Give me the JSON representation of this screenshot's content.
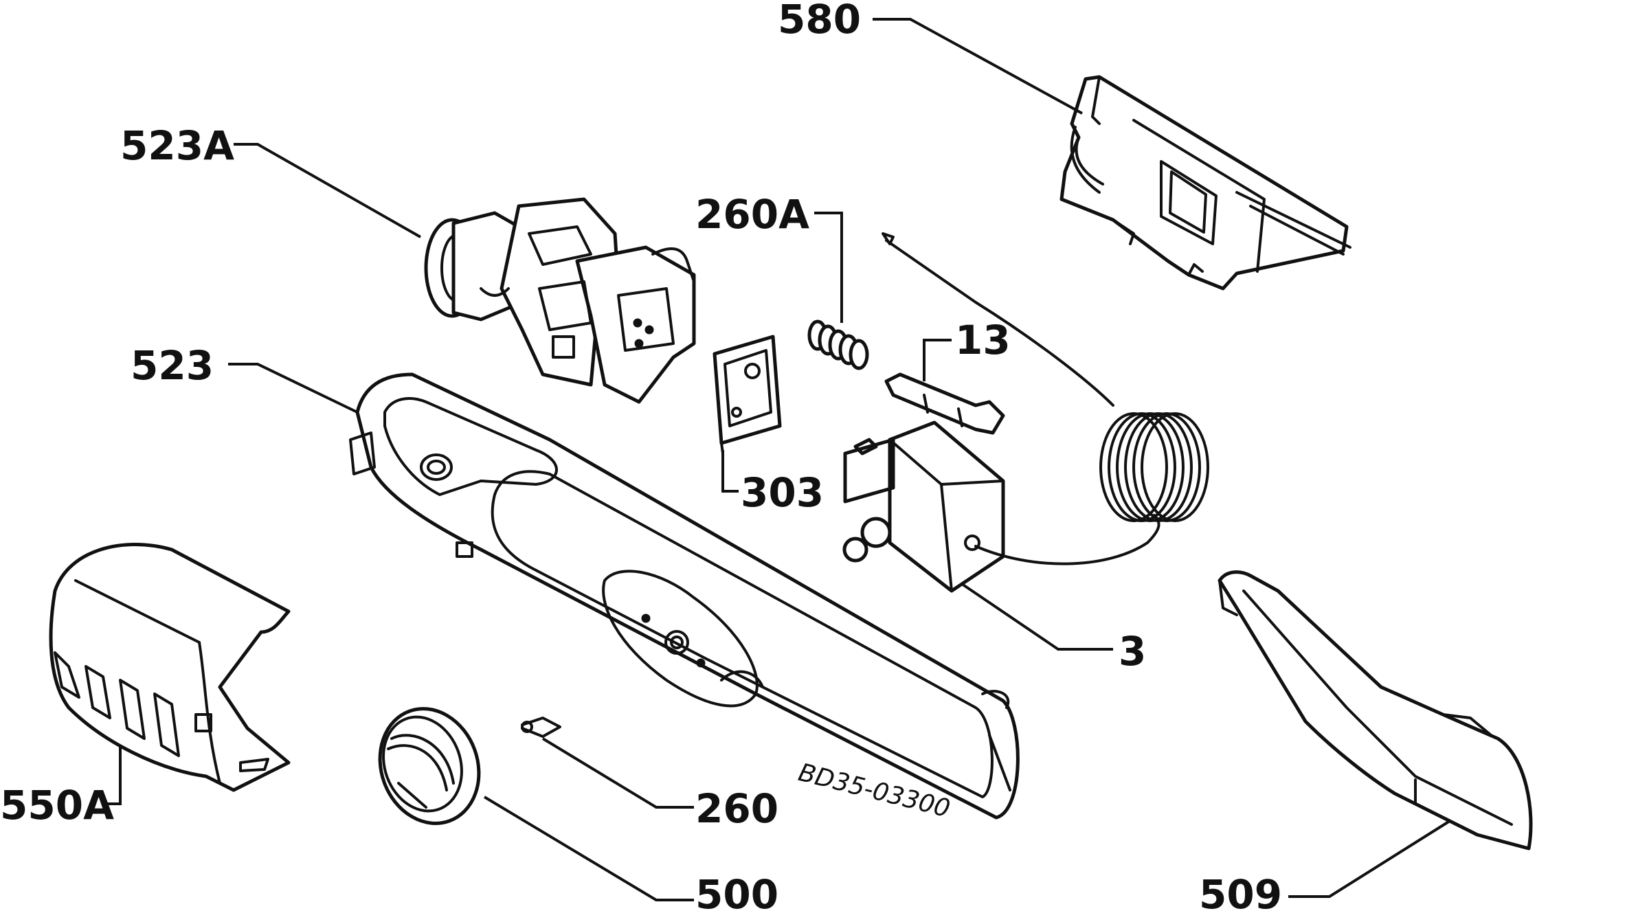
{
  "diagram": {
    "labels": {
      "l580": "580",
      "l523A": "523A",
      "l260A": "260A",
      "l13": "13",
      "l523": "523",
      "l303": "303",
      "l3": "3",
      "l550A": "550A",
      "l260": "260",
      "l500": "500",
      "l509": "509"
    },
    "drawing_code": "BD35-03300"
  }
}
